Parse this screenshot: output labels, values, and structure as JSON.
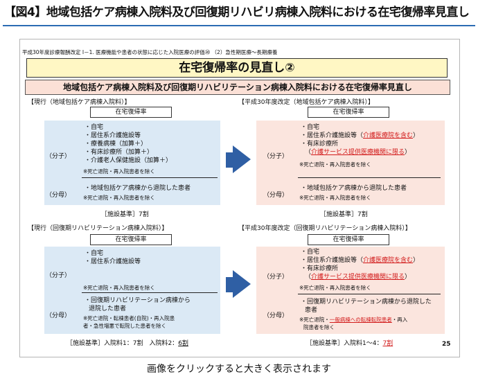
{
  "figure_title": "【図4】地域包括ケア病棟入院料及び回復期リハビリ病棟入院料における在宅復帰率見直し",
  "slide": {
    "header_line": "平成30年度診療報酬改定 Ⅰ－1. 医療機能や患者の状態に応じた入院医療の評価⑳ （2）急性期医療～長期療養",
    "title": "在宅復帰率の見直し②",
    "sub_banner": "地域包括ケア病棟入院料及び回復期リハビリテーション病棟入院料における在宅復帰率見直し",
    "page_number": "25",
    "sections": [
      {
        "heading": "【現行（地域包括ケア病棟入院料）】",
        "rate_label": "在宅復帰率",
        "numerator_label": "（分子）",
        "numerator_items": [
          "・自宅",
          "・居住系介護施設等",
          "・療養病棟（加算＋）",
          "・有床診療所（加算＋）",
          "・介護老人保健施設（加算＋）"
        ],
        "numerator_note": "※死亡退院・再入院患者を除く",
        "denominator_label": "（分母）",
        "denominator_items": [
          "・地域包括ケア病棟から退院した患者"
        ],
        "denominator_note": "※死亡退院・再入院患者を除く",
        "basis": "［施設基準］7割"
      },
      {
        "heading": "【平成30年度改定（地域包括ケア病棟入院料）】",
        "rate_label": "在宅復帰率",
        "numerator_label": "（分子）",
        "numerator_items": [
          "・自宅",
          "・居住系介護施設等（",
          "介護医療院を含む",
          "）",
          "・有床診療所",
          "（",
          "介護サービス提供医療機関に限る",
          "）"
        ],
        "numerator_note": "※死亡退院・再入院患者を除く",
        "denominator_label": "（分母）",
        "denominator_items": [
          "・地域包括ケア病棟から退院した患者"
        ],
        "denominator_note": "※死亡退院・再入院患者を除く",
        "basis": "［施設基準］7割"
      },
      {
        "heading": "【現行（回復期リハビリテーション病棟入院料）】",
        "rate_label": "在宅復帰率",
        "numerator_label": "（分子）",
        "numerator_items": [
          "・自宅",
          "・居住系介護施設等"
        ],
        "numerator_note": "※死亡退院・再入院患者を除く",
        "denominator_label": "（分母）",
        "denominator_items": [
          "・回復期リハビリテーション病棟から",
          "退院した患者"
        ],
        "denominator_note_lines": [
          "※死亡退院・転棟患者(自院)・再入院患",
          "者・急性増悪で転院した患者を除く"
        ],
        "basis_prefix": "［施設基準］入院料1：7割　入院料2：",
        "basis_highlight": "6割"
      },
      {
        "heading": "【平成30年度改定（回復期リハビリテーション病棟入院料）】",
        "rate_label": "在宅復帰率",
        "numerator_label": "（分子）",
        "numerator_items": [
          "・自宅",
          "・居住系介護施設等（",
          "介護医療院を含む",
          "）",
          "・有床診療所",
          "（",
          "介護サービス提供医療機関に限る",
          "）"
        ],
        "numerator_note": "※死亡退院・再入院患者を除く",
        "denominator_label": "（分母）",
        "denominator_items": [
          "・回復期リハビリテーション病棟から退院した",
          "患者"
        ],
        "denominator_note_prefix": "※死亡退院・",
        "denominator_note_highlight": "一般病棟への転棟転院患者",
        "denominator_note_suffix": "・再入",
        "denominator_note_line2": "院患者を除く",
        "basis_prefix": "［施設基準］入院料1～4：",
        "basis_highlight": "7割"
      }
    ]
  },
  "caption": "画像をクリックすると大きく表示されます",
  "colors": {
    "accent_blue": "#2f5fa4",
    "highlight_red": "#d21a1a",
    "box_blue": "#dbe9f5",
    "box_pink": "#fbe5de",
    "title_yellow": "#fff7c4"
  }
}
